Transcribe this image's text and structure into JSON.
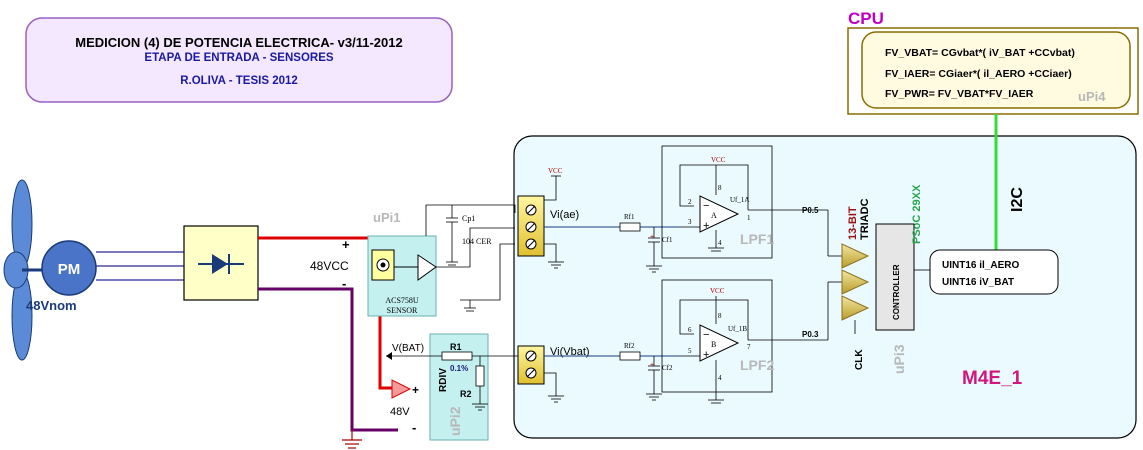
{
  "title_box": {
    "line1": "MEDICION (4) DE POTENCIA ELECTRICA- v3/11-2012",
    "line2": "ETAPA DE ENTRADA - SENSORES",
    "line3": "R.OLIVA - TESIS 2012"
  },
  "cpu": {
    "label": "CPU",
    "eq1": "FV_VBAT= CGvbat*( iV_BAT +CCvbat)",
    "eq2": "FV_IAER= CGiaer*( il_AERO +CCiaer)",
    "eq3": "FV_PWR= FV_VBAT*FV_IAER",
    "tag": "uPi4"
  },
  "bus": {
    "label": "I2C"
  },
  "generator": {
    "label": "PM",
    "rating": "48Vnom"
  },
  "dc_link": {
    "plus": "+",
    "minus": "-",
    "label": "48VCC"
  },
  "current_sensor": {
    "tag": "uPi1",
    "part": "ACS758U",
    "sub": "SENSOR"
  },
  "cap_cp1": {
    "name": "Cp1",
    "value": "104 CER"
  },
  "vcc_labels": [
    "VCC",
    "VCC",
    "VCC"
  ],
  "terminals": {
    "ae": "Vi(ae)",
    "vbat": "Vi(Vbat)"
  },
  "filter1": {
    "rf": "Rf1",
    "cf": "Cf1",
    "amp": "Uf_1A",
    "unit": "A",
    "name": "LPF1",
    "pin2": "2",
    "pin3": "3",
    "pin1": "1",
    "pin8": "8",
    "pin4": "4",
    "port": "P0.5",
    "minus": "−",
    "plus": "+"
  },
  "filter2": {
    "rf": "Rf2",
    "cf": "Cf2",
    "amp": "Uf_1B",
    "unit": "B",
    "name": "LPF2",
    "pin6": "6",
    "pin5": "5",
    "pin7": "7",
    "pin8": "8",
    "pin4": "4",
    "port": "P0.3",
    "minus": "−",
    "plus": "+"
  },
  "adc": {
    "bits": "13-BIT",
    "type": "TRIADC",
    "clk": "CLK"
  },
  "psoc": {
    "chip": "PSoC 29XX",
    "controller": "CONTROLLER",
    "tag": "uPi3"
  },
  "registers": {
    "r1": "UINT16 il_AERO",
    "r2": "UINT16 iV_BAT"
  },
  "board": {
    "name": "M4E_1"
  },
  "divider": {
    "vbat": "V(BAT)",
    "r1": "R1",
    "tol": "0.1%",
    "r2": "R2",
    "name": "RDIV",
    "tag": "uPi2",
    "plus": "+",
    "minus": "-",
    "volt": "48V"
  },
  "colors": {
    "title_fill": "#f3e8ff",
    "cpu_border": "#8a6d00",
    "cpu_fill": "#fffbe0",
    "cpu_label": "#c000c0",
    "board_fill": "#eafaff",
    "green_bus": "#33dd33",
    "red_wire": "#dd0000",
    "purple_wire": "#660066",
    "blue_wire": "#2a2a90",
    "tag_gray": "#b8b8b8",
    "m4e": "#d1167d",
    "psoc": "#27a64a",
    "adc_red": "#a01010"
  }
}
